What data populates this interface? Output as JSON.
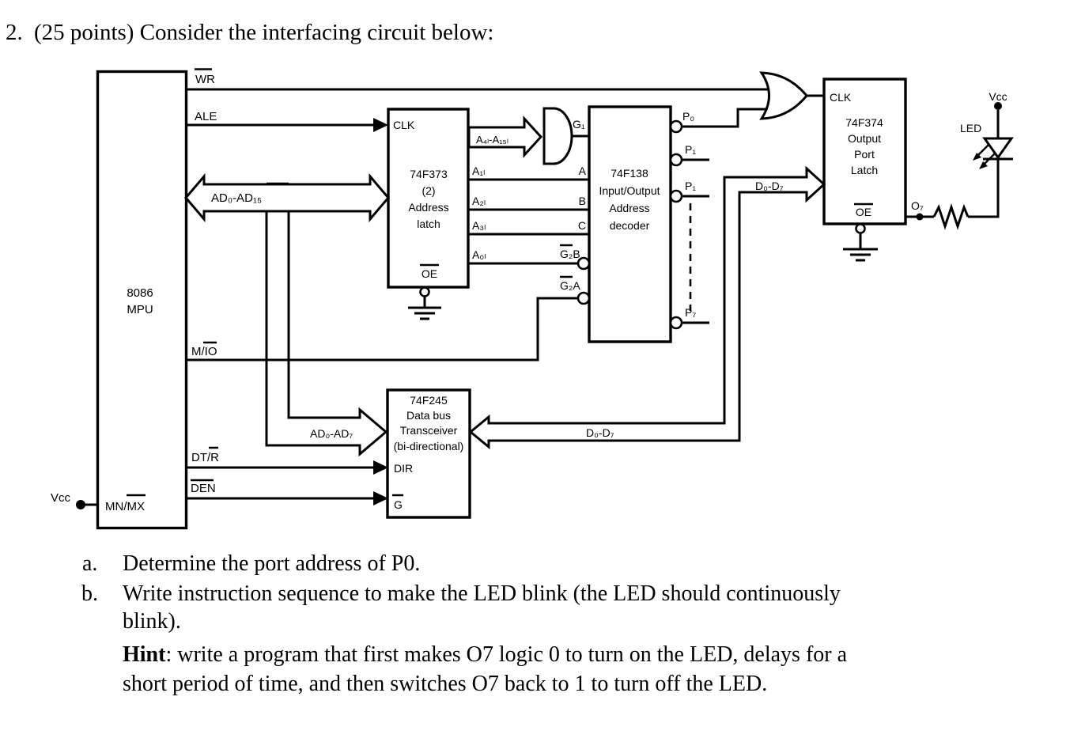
{
  "title": {
    "number": "2.",
    "text": "(25 points) Consider the interfacing circuit below:"
  },
  "questions": {
    "a_label": "a.",
    "a_text": "Determine the port address of P0.",
    "b_label": "b.",
    "b_text_line1": "Write instruction sequence to make the LED blink (the LED should continuously",
    "b_text_line2": "blink).",
    "hint_bold": "Hint",
    "hint_line1": ": write a program that first makes O7 logic 0 to turn on the LED, delays for a",
    "hint_line2": "short period of time, and then switches O7 back to 1 to turn off the LED."
  },
  "mpu": {
    "name": "8086",
    "type": "MPU",
    "pin_wr": "WR",
    "pin_ale": "ALE",
    "pin_ad_bus": "AD₀-AD₁₅",
    "pin_mio": "M/IO",
    "pin_dtr": "DT/R",
    "pin_den": "DEN",
    "pin_mnmx": "MN/MX",
    "vcc": "Vcc"
  },
  "address_latch": {
    "line1": "74F373",
    "line2": "(2)",
    "line3": "Address",
    "line4": "latch",
    "pin_clk": "CLK",
    "pin_oe": "OE",
    "bus_high": "A₄ₗ-A₁₅ₗ",
    "a1": "A₁ₗ",
    "a2": "A₂ₗ",
    "a3": "A₃ₗ",
    "a0": "A₀ₗ"
  },
  "decoder": {
    "line1": "74F138",
    "line2": "Input/Output",
    "line3": "Address",
    "line4": "decoder",
    "pin_g1": "G₁",
    "pin_a": "A",
    "pin_b": "B",
    "pin_c": "C",
    "pin_g2b": "G₂B",
    "pin_g2a": "G₂A",
    "p0": "P₀",
    "p1": "P₁",
    "p2": "P₁",
    "p7": "P₇"
  },
  "output_latch": {
    "line1": "74F374",
    "line2": "Output",
    "line3": "Port",
    "line4": "Latch",
    "pin_clk": "CLK",
    "pin_oe": "OE",
    "pin_o7": "O₇",
    "bus_d": "D₀-D₇"
  },
  "transceiver": {
    "line1": "74F245",
    "line2": "Data bus",
    "line3": "Transceiver",
    "line4": "(bi-directional)",
    "pin_dir": "DIR",
    "pin_g": "G",
    "bus_ad": "AD₀-AD₇",
    "bus_d": "D₀-D₇"
  },
  "led_circuit": {
    "vcc": "Vcc",
    "led": "LED"
  }
}
